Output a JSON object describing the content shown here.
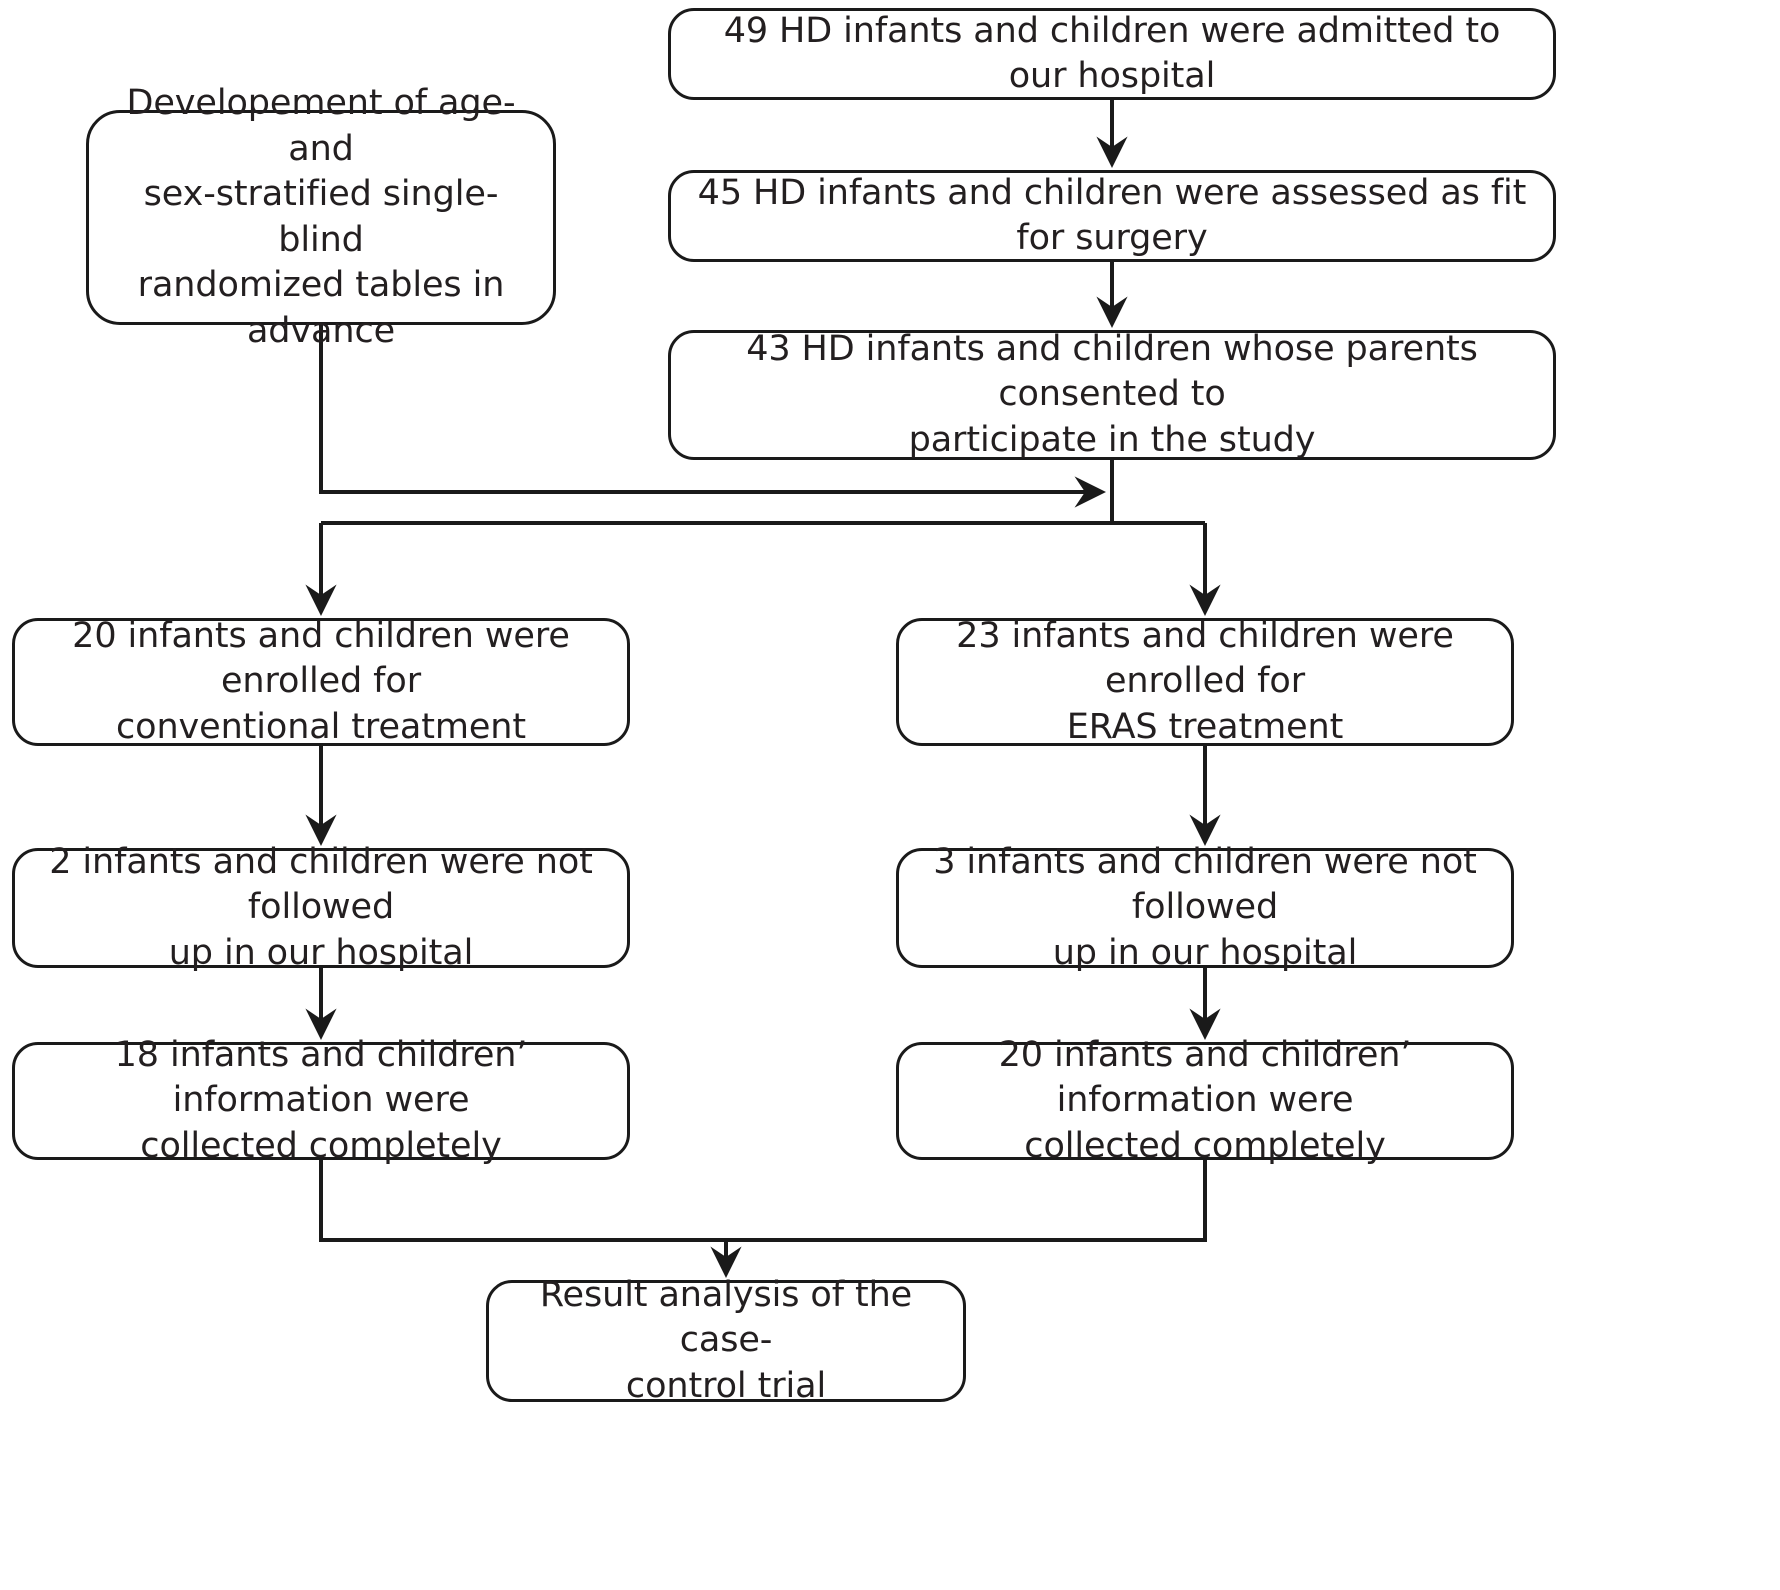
{
  "diagram": {
    "title": "CONSORT-style participant flow diagram",
    "type": "flowchart",
    "stroke_color": "#1a1a1a",
    "text_color": "#231f20",
    "background_color": "#ffffff",
    "nodes": {
      "admitted": {
        "text": "49 HD infants and children were admitted to our hospital",
        "count": 49
      },
      "fit": {
        "text": "45 HD infants and children were assessed as fit for surgery",
        "count": 45
      },
      "consented": {
        "line1": "43 HD infants and children whose parents consented to",
        "line2": "participate in the study",
        "count": 43
      },
      "randomization": {
        "line1": "Developement of age- and",
        "line2": "sex-stratified single-blind",
        "line3": "randomized tables in advance"
      },
      "conventional_enrolled": {
        "line1": "20 infants and children were enrolled for",
        "line2": "conventional treatment",
        "count": 20
      },
      "eras_enrolled": {
        "line1": "23 infants and children were enrolled for",
        "line2": "ERAS treatment",
        "count": 23
      },
      "conventional_lost": {
        "line1": "2 infants and children were not followed",
        "line2": "up in our hospital",
        "count": 2
      },
      "eras_lost": {
        "line1": "3 infants and children were not followed",
        "line2": "up in our hospital",
        "count": 3
      },
      "conventional_collected": {
        "line1": "18 infants and children’ information were",
        "line2": "collected completely",
        "count": 18
      },
      "eras_collected": {
        "line1": "20 infants and children’ information were",
        "line2": "collected completely",
        "count": 20
      },
      "result": {
        "line1": "Result analysis of the case-",
        "line2": "control trial"
      }
    },
    "edges": [
      {
        "from": "admitted",
        "to": "fit",
        "style": "arrow-down"
      },
      {
        "from": "fit",
        "to": "consented",
        "style": "arrow-down"
      },
      {
        "from": "randomization",
        "to": "allocation-junction",
        "style": "elbow-right-arrow"
      },
      {
        "from": "consented",
        "to": "conventional_enrolled",
        "style": "split-left-arrow"
      },
      {
        "from": "consented",
        "to": "eras_enrolled",
        "style": "split-right-arrow"
      },
      {
        "from": "conventional_enrolled",
        "to": "conventional_lost",
        "style": "arrow-down"
      },
      {
        "from": "eras_enrolled",
        "to": "eras_lost",
        "style": "arrow-down"
      },
      {
        "from": "conventional_lost",
        "to": "conventional_collected",
        "style": "arrow-down"
      },
      {
        "from": "eras_lost",
        "to": "eras_collected",
        "style": "arrow-down"
      },
      {
        "from": "conventional_collected",
        "to": "result",
        "style": "merge-arrow"
      },
      {
        "from": "eras_collected",
        "to": "result",
        "style": "merge-arrow"
      }
    ]
  }
}
